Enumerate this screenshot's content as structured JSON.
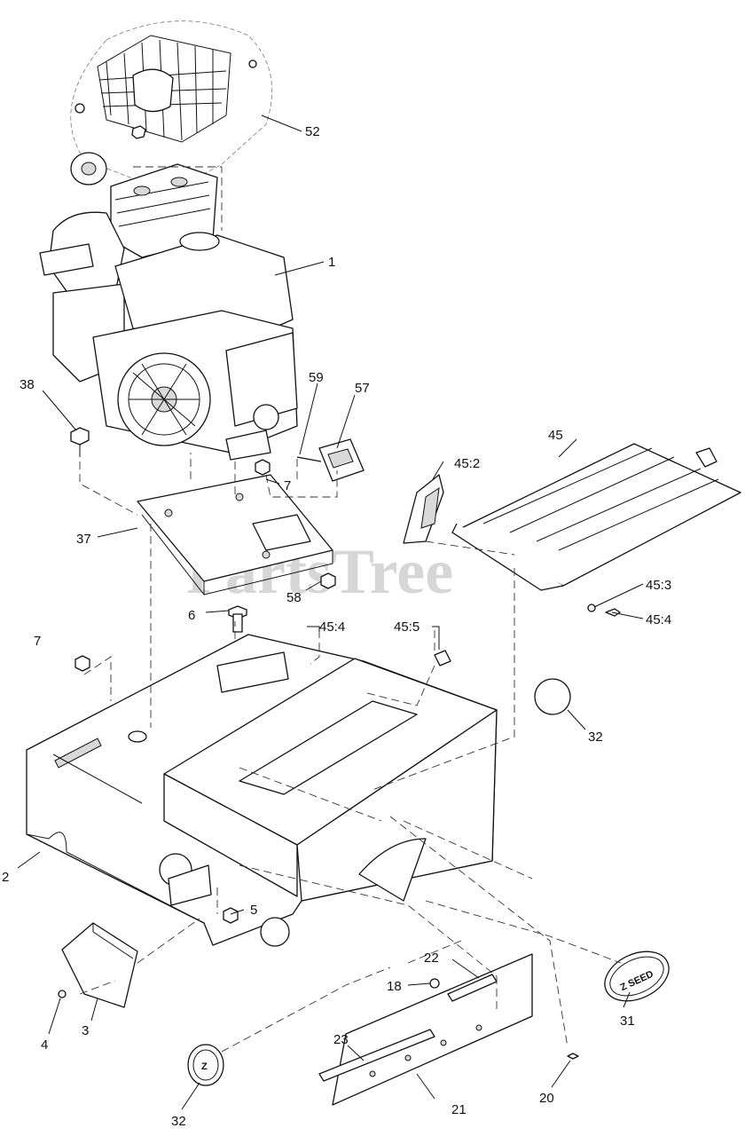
{
  "watermark": "PartsTree",
  "badges": {
    "z_badge": "Z",
    "seed_badge": "Z SEED"
  },
  "callouts": [
    {
      "label": "52"
    },
    {
      "label": "1"
    },
    {
      "label": "38"
    },
    {
      "label": "59"
    },
    {
      "label": "57"
    },
    {
      "label": "45"
    },
    {
      "label": "45:2"
    },
    {
      "label": "7"
    },
    {
      "label": "37"
    },
    {
      "label": "58"
    },
    {
      "label": "6"
    },
    {
      "label": "45:3"
    },
    {
      "label": "45:4"
    },
    {
      "label": "7"
    },
    {
      "label": "45:4"
    },
    {
      "label": "45:5"
    },
    {
      "label": "32"
    },
    {
      "label": "2"
    },
    {
      "label": "22"
    },
    {
      "label": "18"
    },
    {
      "label": "5"
    },
    {
      "label": "4"
    },
    {
      "label": "3"
    },
    {
      "label": "23"
    },
    {
      "label": "31"
    },
    {
      "label": "20"
    },
    {
      "label": "21"
    },
    {
      "label": "32"
    }
  ]
}
